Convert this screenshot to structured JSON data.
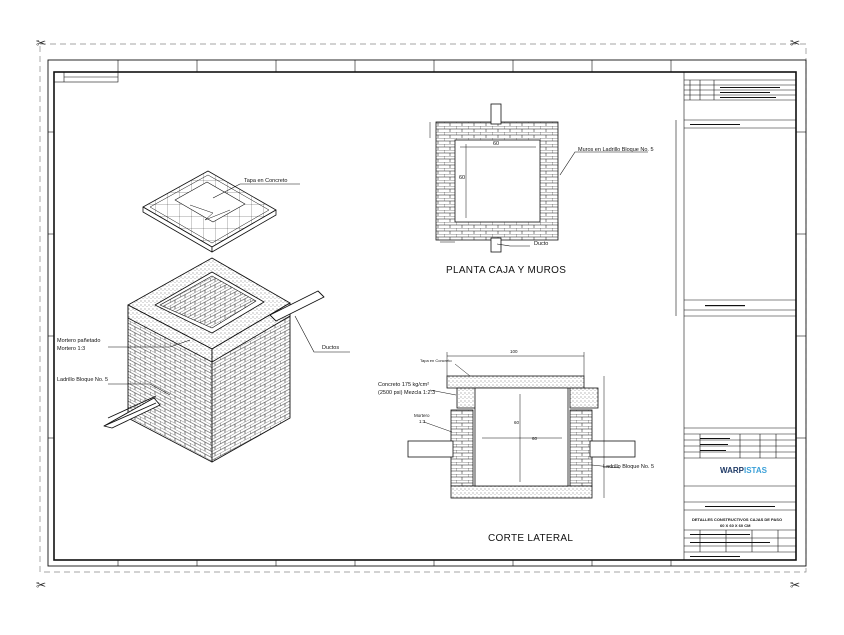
{
  "drawing": {
    "iso_labels": {
      "lid": "Tapa en Concreto",
      "duct": "Ductos",
      "mortar_line1": "Mortero pañetado",
      "mortar_line2": "Mortero 1:3",
      "brick": "Ladrillo Bloque No. 5"
    },
    "plan": {
      "title": "PLANTA CAJA Y MUROS",
      "wall_label": "Muros en Ladrillo Bloque No. 5",
      "duct_label": "Ducto",
      "dim_width": "60",
      "dim_height": "60"
    },
    "section": {
      "title": "CORTE LATERAL",
      "lid_label": "Tapa en Concreto",
      "concrete_line1": "Concreto 175 kg/cm²",
      "concrete_line2": "(2500 psi) Mezcla 1:2:3",
      "mortar_line1": "Mortero",
      "mortar_line2": "1:3",
      "brick_label": "Ladrillo Bloque No. 5",
      "dim_top": "100",
      "dim_height": "60",
      "dim_inner": "60"
    }
  },
  "title_block": {
    "logo_text": "WARP",
    "logo_accent": "ISTAS",
    "sheet_title_line1": "DETALLES CONSTRUCTIVOS CAJAS DE PASO",
    "sheet_title_line2": "60 X 60 X 60 CM"
  },
  "colors": {
    "line": "#111111",
    "brick_fill": "#ffffff",
    "concrete_dots": "#444444",
    "logo_blue": "#3aa0d8",
    "logo_dark": "#1f3a66"
  }
}
